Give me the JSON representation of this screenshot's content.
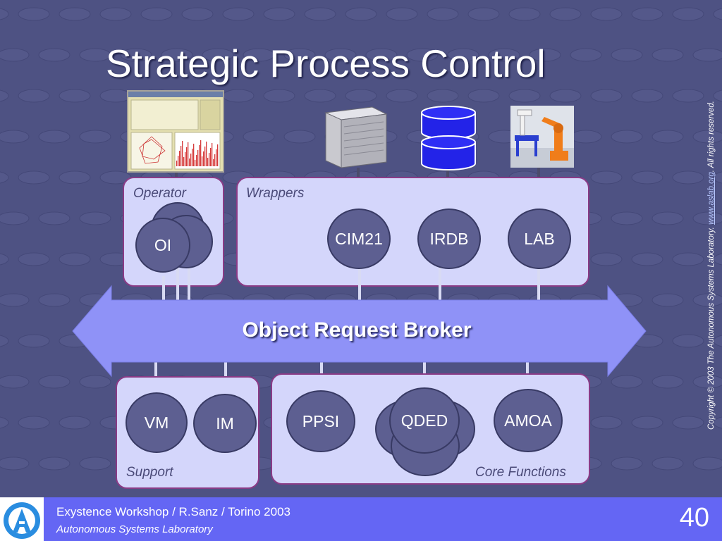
{
  "slide": {
    "title": "Strategic Process Control",
    "copyright_prefix": "Copyright © 2003 The Autonomous Systems Laboratory. ",
    "copyright_link": "www.aslab.org",
    "copyright_suffix": ". All rights reserved."
  },
  "panels": {
    "operator": "Operator",
    "wrappers": "Wrappers",
    "support": "Support",
    "core_functions": "Core Functions"
  },
  "nodes": {
    "oi": "OI",
    "cim21": "CIM21",
    "irdb": "IRDB",
    "lab": "LAB",
    "vm": "VM",
    "im": "IM",
    "ppsi": "PPSI",
    "qded": "QDED",
    "amoa": "AMOA"
  },
  "broker": {
    "label": "Object Request Broker"
  },
  "footer": {
    "line1": "Exystence Workshop / R.Sanz / Torino 2003",
    "line2": "Autonomous Systems Laboratory",
    "page_number": "40"
  },
  "colors": {
    "background": "#4e5283",
    "panel_fill": "#d4d6fb",
    "panel_border": "#8a3b86",
    "node_fill": "#5d5f91",
    "broker_arrow": "#8f92f7",
    "footer_bar": "#6466f4"
  },
  "icons": [
    "operator-interface-screenshot",
    "cim21-server-rack-icon",
    "irdb-database-icon",
    "lab-robot-icon",
    "aslab-logo"
  ]
}
